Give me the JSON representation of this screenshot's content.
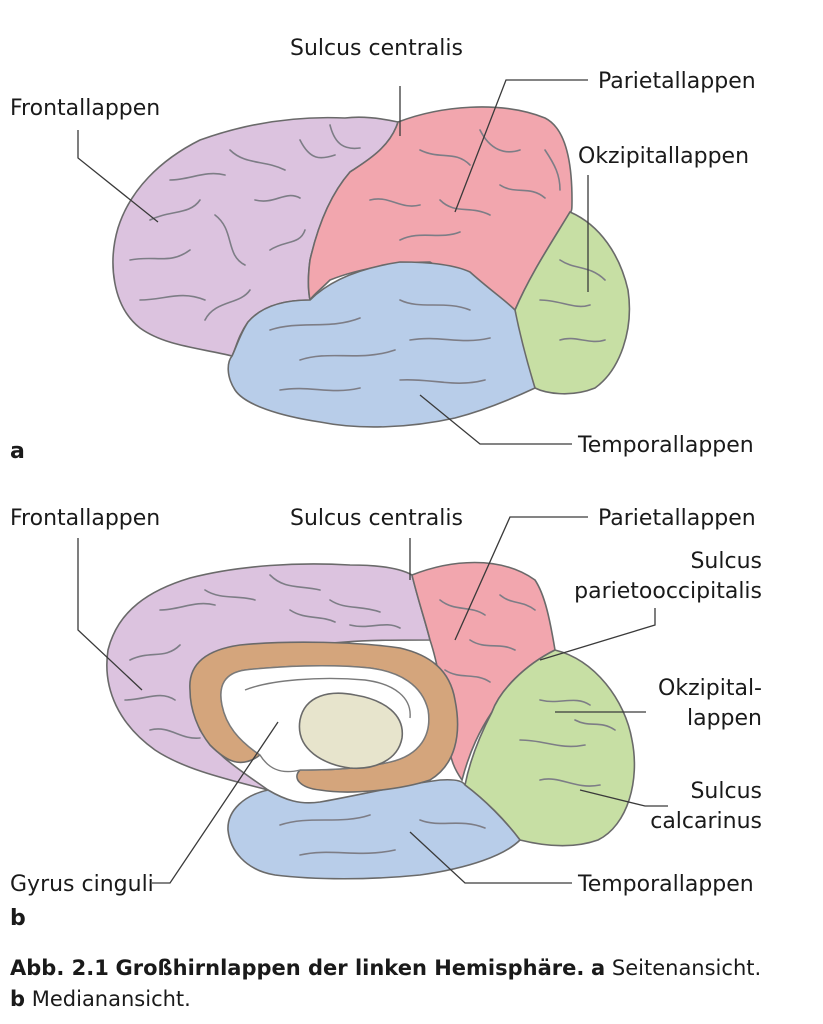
{
  "panel_a": {
    "letter": "a",
    "labels": {
      "frontal": "Frontallappen",
      "central": "Sulcus centralis",
      "parietal": "Parietallappen",
      "occipital": "Okzipitallappen",
      "temporal": "Temporallappen"
    }
  },
  "panel_b": {
    "letter": "b",
    "labels": {
      "frontal": "Frontallappen",
      "central": "Sulcus centralis",
      "parietal": "Parietallappen",
      "sulcus_po_1": "Sulcus",
      "sulcus_po_2": "parietooccipitalis",
      "occipital_1": "Okzipital-",
      "occipital_2": "lappen",
      "sulcus_calc_1": "Sulcus",
      "sulcus_calc_2": "calcarinus",
      "cingulate": "Gyrus cinguli",
      "temporal": "Temporallappen"
    }
  },
  "caption": {
    "number": "Abb. 2.1",
    "title": "Großhirnlappen der linken Hemisphäre.",
    "a_letter": "a",
    "a_text": "Seitenansicht.",
    "b_letter": "b",
    "b_text": "Medianansicht."
  },
  "colors": {
    "frontal": "#dcc3df",
    "parietal": "#f2a6ae",
    "occipital": "#c7dfa4",
    "temporal": "#b8cde9",
    "cingulate": "#d4a57c",
    "inner": "#e7e4cc"
  }
}
